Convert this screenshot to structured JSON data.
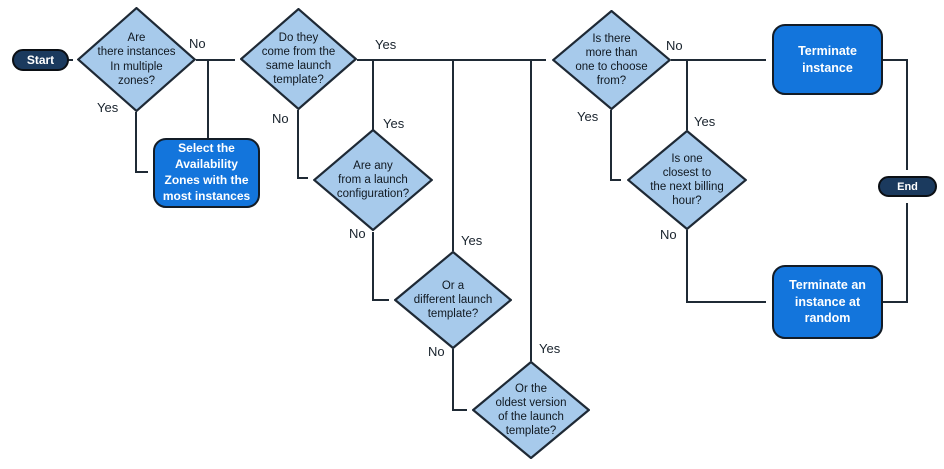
{
  "diagram": {
    "type": "flowchart",
    "colors": {
      "decision_fill": "#A7CAEB",
      "process_fill": "#1375DC",
      "terminal_fill": "#1B3A5E",
      "line": "#1F2A35"
    },
    "nodes": {
      "start": {
        "label": "Start"
      },
      "q_multiple_zones": {
        "label": "Are\nthere instances\nIn multiple\nzones?"
      },
      "select_az": {
        "label": "Select the\nAvailability\nZones with the\nmost instances"
      },
      "q_same_launch_template": {
        "label": "Do they\ncome from the\nsame launch\ntemplate?"
      },
      "q_launch_configuration": {
        "label": "Are any\nfrom a launch\nconfiguration?"
      },
      "q_different_launch_template": {
        "label": "Or a\ndifferent launch\ntemplate?"
      },
      "q_oldest_version": {
        "label": "Or the\noldest version\nof the launch\ntemplate?"
      },
      "q_more_than_one": {
        "label": "Is there\nmore than\none to choose\nfrom?"
      },
      "q_billing_hour": {
        "label": "Is one\nclosest to\nthe next billing\nhour?"
      },
      "terminate_instance": {
        "label": "Terminate\ninstance"
      },
      "terminate_random": {
        "label": "Terminate an\ninstance at\nrandom"
      },
      "end": {
        "label": "End"
      }
    },
    "edge_labels": {
      "multiple_zones_no": "No",
      "multiple_zones_yes": "Yes",
      "same_template_yes": "Yes",
      "same_template_no": "No",
      "launch_config_yes": "Yes",
      "launch_config_no": "No",
      "different_template_yes": "Yes",
      "different_template_no": "No",
      "oldest_version_yes": "Yes",
      "more_than_one_no": "No",
      "more_than_one_yes": "Yes",
      "billing_hour_yes": "Yes",
      "billing_hour_no": "No"
    }
  }
}
